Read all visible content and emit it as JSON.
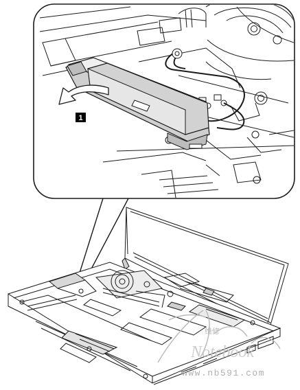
{
  "figure": {
    "step_label": "1",
    "watermark": {
      "script_text": "Notebook",
      "chinese_text": "维修",
      "url_text": "www.nb591.com"
    },
    "colors": {
      "line": "#1a1a1a",
      "panel_fill": "#ffffff",
      "component_shadow": "#c9c9c9",
      "component_fill": "#e4e4e4",
      "badge": "#000000",
      "watermark": "#b9b9b9"
    }
  }
}
